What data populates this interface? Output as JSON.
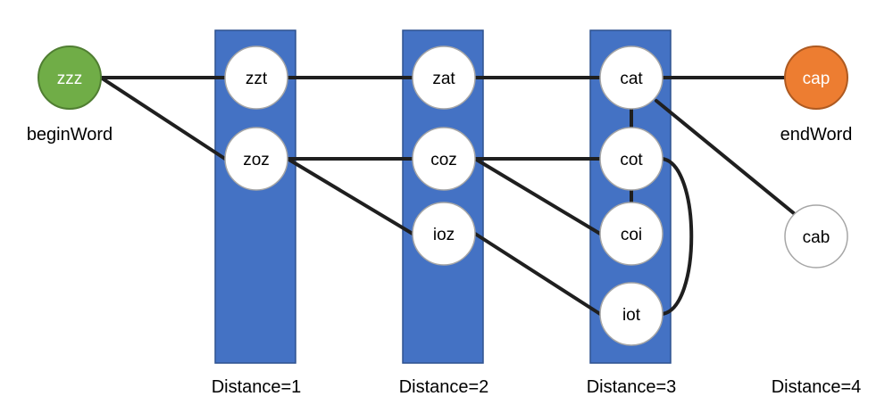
{
  "colors": {
    "column_fill": "#4472c4",
    "column_stroke": "#2f528f",
    "edge": "#1f1f1f",
    "node_fill": "#ffffff",
    "node_stroke": "#a6a6a6",
    "begin_fill": "#70ad47",
    "begin_stroke": "#507e32",
    "end_fill": "#ed7d31",
    "end_stroke": "#ae5a21"
  },
  "begin": {
    "word": "zzz",
    "caption": "beginWord"
  },
  "end": {
    "word": "cap",
    "caption": "endWord"
  },
  "distance_labels": [
    "Distance=1",
    "Distance=2",
    "Distance=3",
    "Distance=4"
  ],
  "nodes": {
    "zzt": "zzt",
    "zoz": "zoz",
    "zat": "zat",
    "coz": "coz",
    "ioz": "ioz",
    "cat": "cat",
    "cot": "cot",
    "coi": "coi",
    "iot": "iot",
    "cab": "cab"
  }
}
